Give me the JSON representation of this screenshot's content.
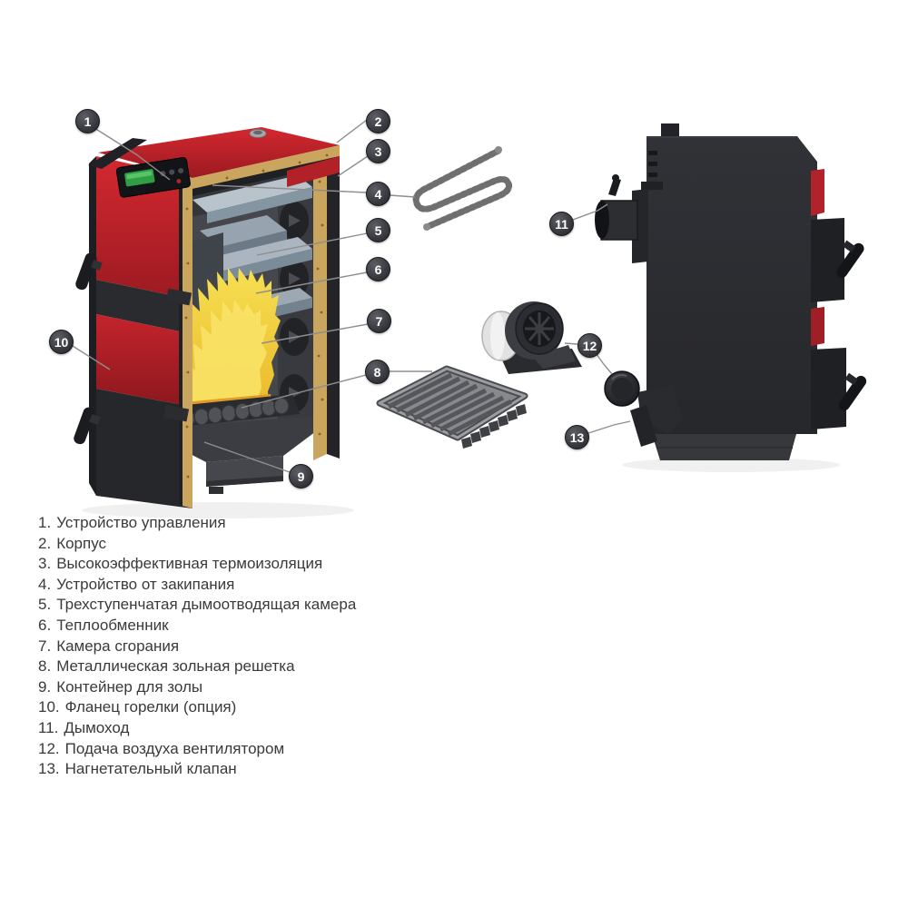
{
  "legend": {
    "items": [
      {
        "num": "1.",
        "label": "Устройство управления"
      },
      {
        "num": "2.",
        "label": "Корпус"
      },
      {
        "num": "3.",
        "label": "Высокоэффективная термоизоляция"
      },
      {
        "num": "4.",
        "label": "Устройство от закипания"
      },
      {
        "num": "5.",
        "label": "Трехступенчатая дымоотводящая камера"
      },
      {
        "num": "6.",
        "label": "Теплообменник"
      },
      {
        "num": "7.",
        "label": "Камера сгорания"
      },
      {
        "num": "8.",
        "label": "Металлическая зольная решетка"
      },
      {
        "num": "9.",
        "label": "Контейнер для золы"
      },
      {
        "num": "10.",
        "label": "Фланец горелки (опция)"
      },
      {
        "num": "11.",
        "label": "Дымоход"
      },
      {
        "num": "12.",
        "label": "Подача воздуха вентилятором"
      },
      {
        "num": "13.",
        "label": "Нагнетательный клапан"
      }
    ]
  },
  "callouts": [
    {
      "number": "1",
      "label": "Устройство управления"
    },
    {
      "number": "2",
      "label": "Корпус"
    },
    {
      "number": "3",
      "label": "Высокоэффективная термоизоляция"
    },
    {
      "number": "4",
      "label": "Устройство от закипания"
    },
    {
      "number": "5",
      "label": "Трехступенчатая дымоотводящая камера"
    },
    {
      "number": "6",
      "label": "Теплообменник"
    },
    {
      "number": "7",
      "label": "Камера сгорания"
    },
    {
      "number": "8",
      "label": "Металлическая зольная решетка"
    },
    {
      "number": "9",
      "label": "Контейнер для золы"
    },
    {
      "number": "10",
      "label": "Фланец горелки (опция)"
    },
    {
      "number": "11",
      "label": "Дымоход"
    },
    {
      "number": "12",
      "label": "Подача воздуха вентилятором"
    },
    {
      "number": "13",
      "label": "Нагнетательный клапан"
    }
  ],
  "colors": {
    "background": "#ffffff",
    "boiler_red": "#c0242b",
    "boiler_dark": "#2b2c30",
    "insulation_tan": "#c9a55e",
    "heat_exchanger_gray": "#aab5bf",
    "flame_yellow": "#f2cb32",
    "callout_bg": "#34353a",
    "callout_text": "#ffffff",
    "leader_line": "#8e8e8e",
    "legend_text": "#3a3a3a"
  }
}
